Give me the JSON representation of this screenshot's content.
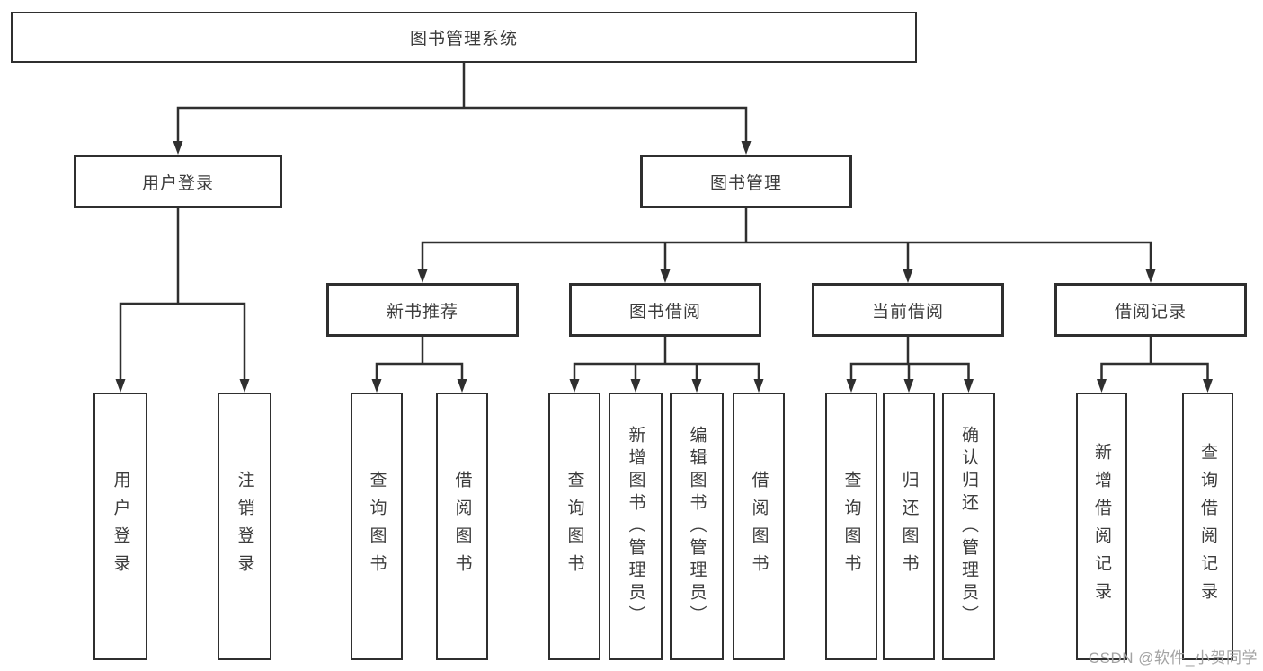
{
  "diagram": {
    "root": {
      "label": "图书管理系统"
    },
    "level2": [
      {
        "label": "用户登录"
      },
      {
        "label": "图书管理"
      }
    ],
    "level3": [
      {
        "label": "新书推荐"
      },
      {
        "label": "图书借阅"
      },
      {
        "label": "当前借阅"
      },
      {
        "label": "借阅记录"
      }
    ],
    "user_login_children": [
      {
        "label": "用户登录"
      },
      {
        "label": "注销登录"
      }
    ],
    "new_book_children": [
      {
        "label": "查询图书"
      },
      {
        "label": "借阅图书"
      }
    ],
    "book_borrow_children": [
      {
        "label": "查询图书"
      },
      {
        "label": "新增图书（管理员）"
      },
      {
        "label": "编辑图书（管理员）"
      },
      {
        "label": "借阅图书"
      }
    ],
    "current_borrow_children": [
      {
        "label": "查询图书"
      },
      {
        "label": "归还图书"
      },
      {
        "label": "确认归还（管理员）"
      }
    ],
    "borrow_record_children": [
      {
        "label": "新增借阅记录"
      },
      {
        "label": "查询借阅记录"
      }
    ],
    "watermark": "CSDN @软件_小贺同学",
    "colors": {
      "line": "#2f2f2f",
      "box_border": "#2f2f2f",
      "text": "#3c3c3c",
      "watermark": "#a3a3a3",
      "background": "#ffffff"
    }
  }
}
